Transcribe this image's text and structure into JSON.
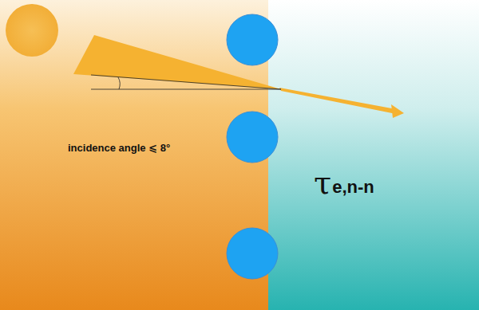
{
  "diagram": {
    "labels": [
      "incidence angle ⩽ 8°",
      "τ",
      "e,n-n"
    ]
  }
}
